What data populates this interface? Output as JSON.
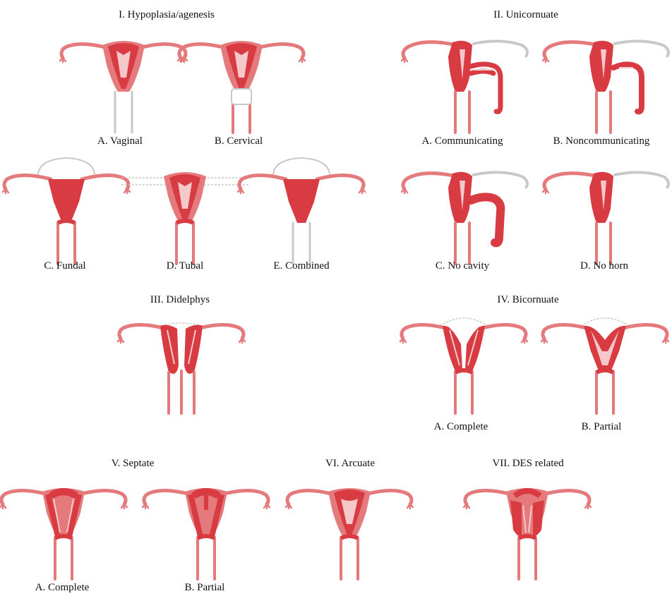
{
  "colors": {
    "wall": "#e47a7b",
    "tissue": "#d83b42",
    "ghost": "#c8c8c8"
  },
  "sections": {
    "s1": {
      "title": "I. Hypoplasia/agenesis",
      "a": "A. Vaginal",
      "b": "B. Cervical",
      "c": "C. Fundal",
      "d": "D. Tubal",
      "e": "E. Combined"
    },
    "s2": {
      "title": "II. Unicornuate",
      "a": "A. Communicating",
      "b": "B. Noncommunicating",
      "c": "C. No cavity",
      "d": "D. No horn"
    },
    "s3": {
      "title": "III. Didelphys"
    },
    "s4": {
      "title": "IV. Bicornuate",
      "a": "A. Complete",
      "b": "B. Partial"
    },
    "s5": {
      "title": "V. Septate",
      "a": "A. Complete",
      "b": "B. Partial"
    },
    "s6": {
      "title": "VI. Arcuate"
    },
    "s7": {
      "title": "VII. DES related"
    }
  }
}
